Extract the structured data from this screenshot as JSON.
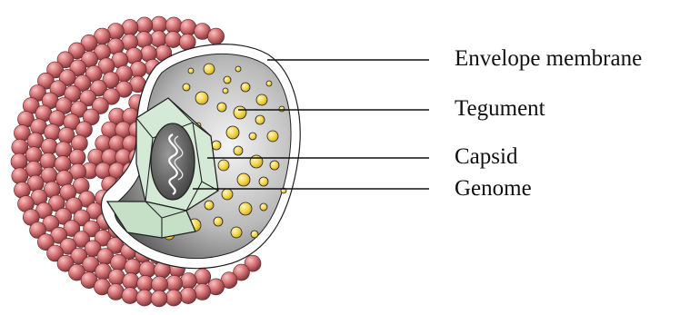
{
  "diagram": {
    "labels": [
      {
        "id": "envelope",
        "text": "Envelope membrane"
      },
      {
        "id": "tegument",
        "text": "Tegument"
      },
      {
        "id": "capsid",
        "text": "Capsid"
      },
      {
        "id": "genome",
        "text": "Genome"
      }
    ]
  },
  "colors": {
    "envelope_sphere": "#d9777a",
    "envelope_sphere_dark": "#7a2f33",
    "membrane": "#ffffff",
    "tegument_fill": "#bdbdbd",
    "tegument_dark": "#4a4a4a",
    "granule": "#f1d34a",
    "capsid_fill": "#d4ead6",
    "genome_core": "#5a5a5a",
    "line": "#111111"
  }
}
